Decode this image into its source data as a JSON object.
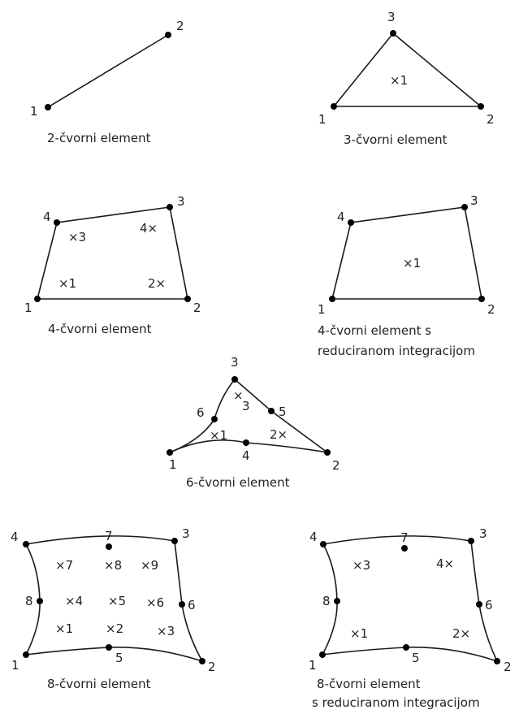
{
  "diagrams": {
    "el2": {
      "caption": "2-čvorni element",
      "nodes": [
        "1",
        "2"
      ]
    },
    "el3": {
      "caption": "3-čvorni element",
      "nodes": [
        "1",
        "2",
        "3"
      ],
      "points": [
        "×1"
      ]
    },
    "el4": {
      "caption": "4-čvorni element",
      "nodes": [
        "1",
        "2",
        "3",
        "4"
      ],
      "points": [
        "×1",
        "2×",
        "×3",
        "4×"
      ]
    },
    "el4r": {
      "caption_line1": "4-čvorni element s",
      "caption_line2": "reduciranom integracijom",
      "nodes": [
        "1",
        "2",
        "3",
        "4"
      ],
      "points": [
        "×1"
      ]
    },
    "el6": {
      "caption": "6-čvorni element",
      "nodes": [
        "1",
        "2",
        "3",
        "4",
        "5",
        "6"
      ],
      "points": [
        "×1",
        "2×",
        "×3"
      ]
    },
    "el8": {
      "caption": "8-čvorni element",
      "nodes": [
        "1",
        "2",
        "3",
        "4",
        "5",
        "6",
        "7",
        "8"
      ],
      "points": [
        "×1",
        "×2",
        "×3",
        "×4",
        "×5",
        "×6",
        "×7",
        "×8",
        "×9"
      ]
    },
    "el8r": {
      "caption_line1": "8-čvorni element",
      "caption_line2": "s reduciranom integracijom",
      "nodes": [
        "1",
        "2",
        "3",
        "4",
        "5",
        "6",
        "7",
        "8"
      ],
      "points": [
        "×1",
        "2×",
        "×3",
        "4×"
      ]
    }
  }
}
